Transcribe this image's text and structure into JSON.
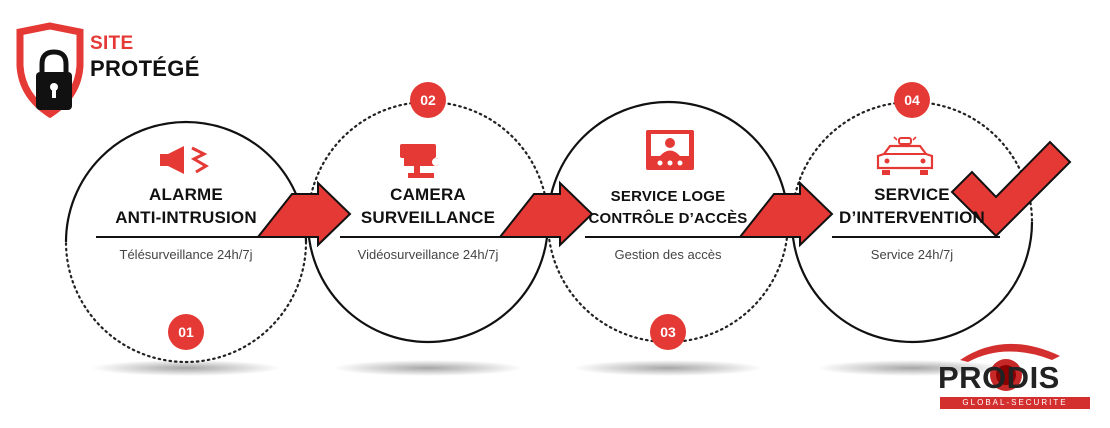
{
  "brand_badge": {
    "line1": "SITE",
    "line2": "PROTÉGÉ"
  },
  "steps": [
    {
      "number": "01",
      "title_line1": "ALARME",
      "title_line2": "ANTI-INTRUSION",
      "subtitle": "Télésurveillance 24h/7j",
      "icon": "alarm-siren-icon"
    },
    {
      "number": "02",
      "title_line1": "CAMERA",
      "title_line2": "SURVEILLANCE",
      "subtitle": "Vidéosurveillance 24h/7j",
      "icon": "security-camera-icon"
    },
    {
      "number": "03",
      "title_line1": "SERVICE LOGE",
      "title_line2": "CONTRÔLE D’ACCÈS",
      "subtitle": "Gestion des accès",
      "icon": "video-intercom-icon"
    },
    {
      "number": "04",
      "title_line1": "SERVICE",
      "title_line2": "D’INTERVENTION",
      "subtitle": "Service 24h/7j",
      "icon": "patrol-car-icon"
    }
  ],
  "logo": {
    "name": "PRODIS",
    "tagline": "GLOBAL-SECURITE"
  },
  "colors": {
    "accent": "#e53935",
    "dark": "#111111",
    "dotted": "#222222"
  }
}
